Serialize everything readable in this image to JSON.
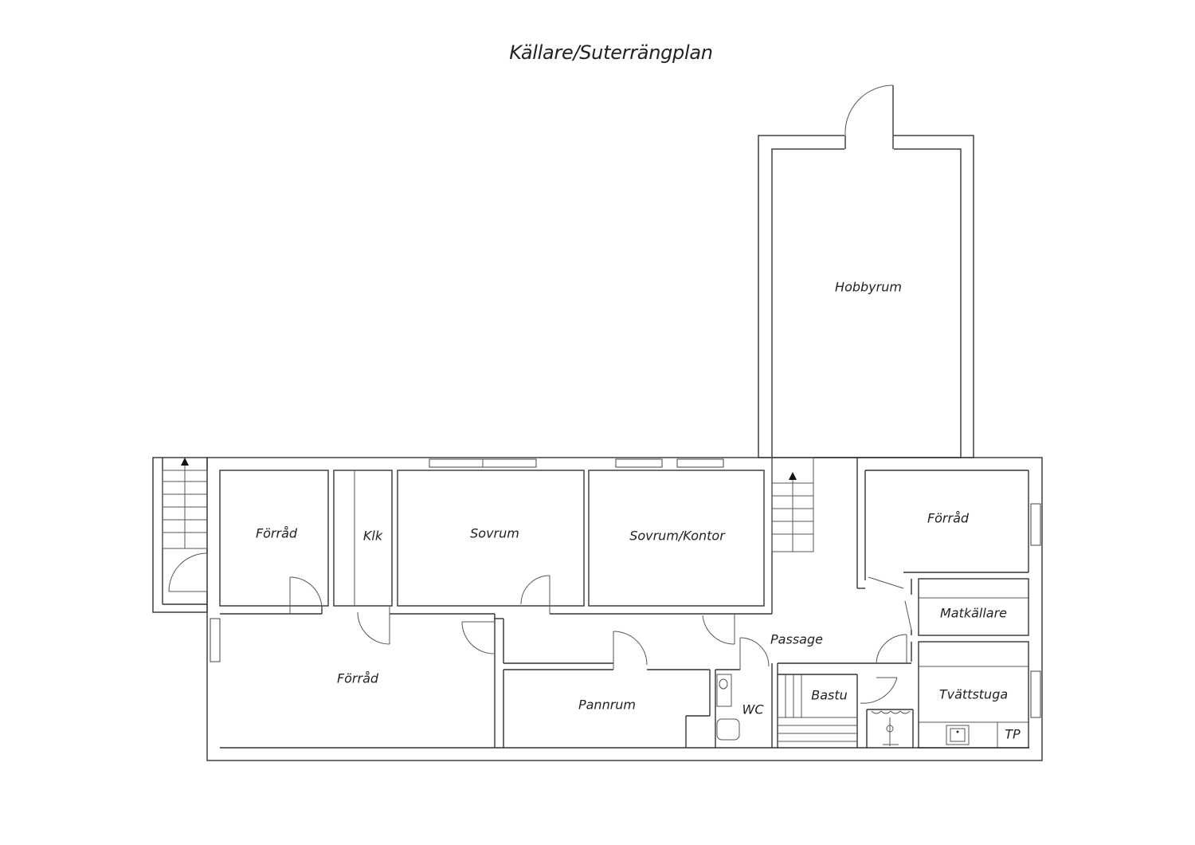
{
  "title": "Källare/Suterrängplan",
  "rooms": {
    "hobbyrum": "Hobbyrum",
    "forrad_left": "Förråd",
    "klk": "Klk",
    "sovrum": "Sovrum",
    "sovrum_kontor": "Sovrum/Kontor",
    "forrad_right": "Förråd",
    "matkallare": "Matkällare",
    "passage": "Passage",
    "forrad_bottom": "Förråd",
    "pannrum": "Pannrum",
    "wc": "WC",
    "bastu": "Bastu",
    "tvattstuga": "Tvättstuga",
    "tp": "TP"
  }
}
